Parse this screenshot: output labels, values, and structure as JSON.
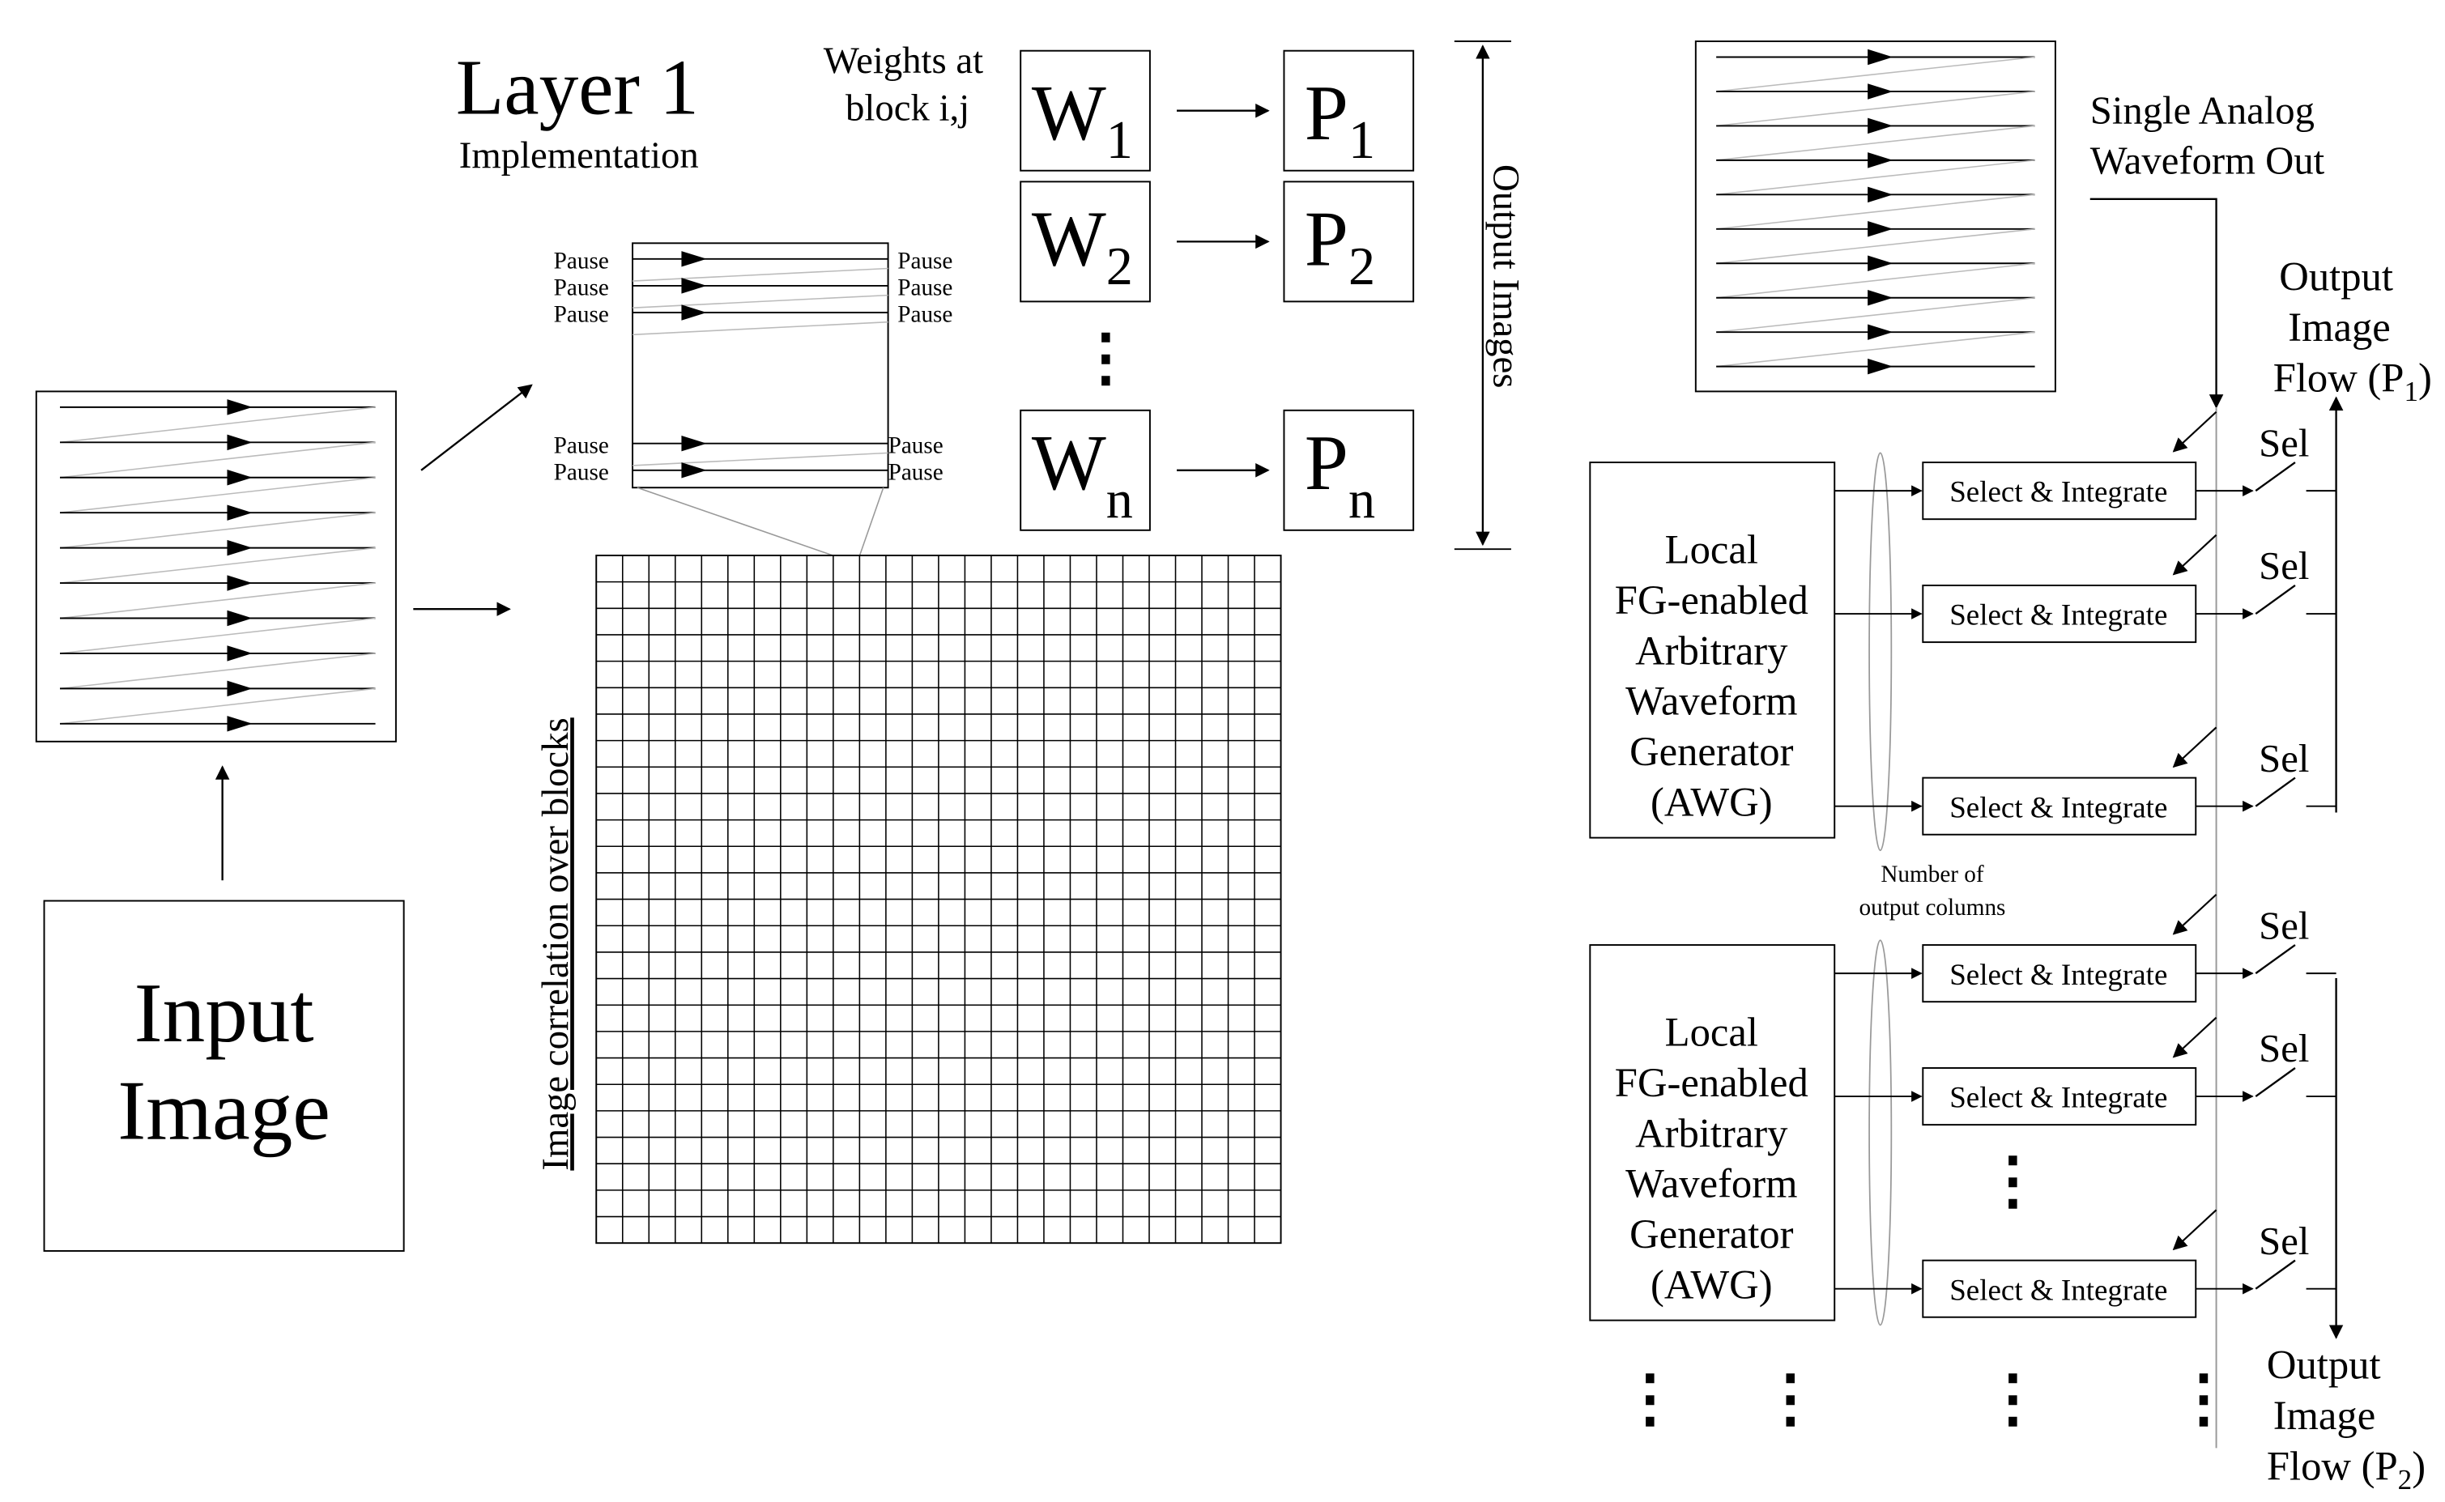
{
  "layer": {
    "title": "Layer 1",
    "subtitle": "Implementation"
  },
  "weights_label": {
    "line1": "Weights at",
    "line2": "block i,j"
  },
  "weights": [
    {
      "w": "W",
      "w_sub": "1",
      "p": "P",
      "p_sub": "1"
    },
    {
      "w": "W",
      "w_sub": "2",
      "p": "P",
      "p_sub": "2"
    },
    {
      "w": "W",
      "w_sub": "n",
      "p": "P",
      "p_sub": "n"
    }
  ],
  "output_images_label": "Output Images",
  "input_image": {
    "line1": "Input",
    "line2": "Image"
  },
  "pause_label": "Pause",
  "grid_label": "Image correlation over blocks",
  "analog_out": {
    "line1": "Single Analog",
    "line2": "Waveform Out"
  },
  "flow_p1": {
    "line1": "Output",
    "line2": "Image",
    "line3": "Flow (P",
    "sub": "1",
    "close": ")"
  },
  "flow_p2": {
    "line1": "Output",
    "line2": "Image",
    "line3": "Flow (P",
    "sub": "2",
    "close": ")"
  },
  "awg": {
    "lines": [
      "Local",
      "FG-enabled",
      "Arbitrary",
      "Waveform",
      "Generator",
      "(AWG)"
    ]
  },
  "select_integrate": "Select & Integrate",
  "sel": "Sel",
  "num_columns": {
    "line1": "Number of",
    "line2": "output  columns"
  },
  "ellipsis": "⋮"
}
